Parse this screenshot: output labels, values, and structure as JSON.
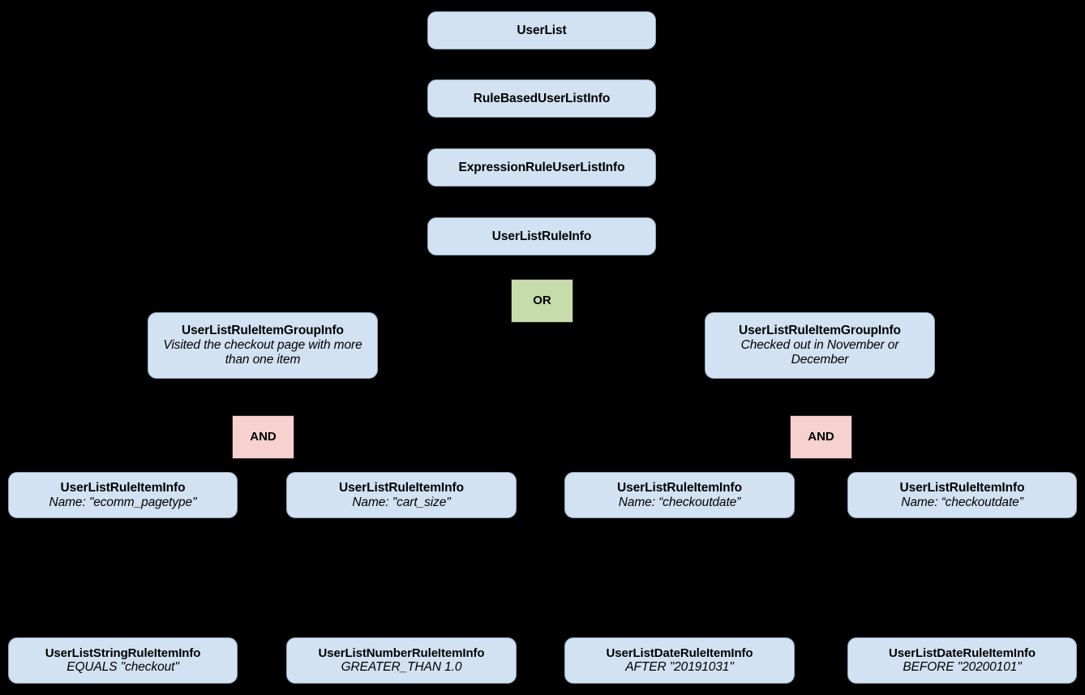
{
  "diagram": {
    "type": "hierarchy-tree",
    "background_color": "#000000",
    "entity_fill_color": "#d2e2f2",
    "or_fill_color": "#c6dcab",
    "and_fill_color": "#f7d1cd",
    "text_color": "#000000"
  },
  "nodes": {
    "user_list": {
      "title": "UserList"
    },
    "rule_based_user_list_info": {
      "title": "RuleBasedUserListInfo"
    },
    "expression_rule_user_list_info": {
      "title": "ExpressionRuleUserListInfo"
    },
    "user_list_rule_info": {
      "title": "UserListRuleInfo"
    },
    "or_operator": {
      "label": "OR"
    },
    "group_left": {
      "title": "UserListRuleItemGroupInfo",
      "subtitle": "Visited the checkout page with more than one item"
    },
    "group_right": {
      "title": "UserListRuleItemGroupInfo",
      "subtitle": "Checked out in November or December"
    },
    "and_operator_left": {
      "label": "AND"
    },
    "and_operator_right": {
      "label": "AND"
    },
    "rule_item_1": {
      "title": "UserListRuleItemInfo",
      "subtitle": "Name: \"ecomm_pagetype\""
    },
    "rule_item_2": {
      "title": "UserListRuleItemInfo",
      "subtitle": "Name: \"cart_size\""
    },
    "rule_item_3": {
      "title": "UserListRuleItemInfo",
      "subtitle": "Name: “checkoutdate”"
    },
    "rule_item_4": {
      "title": "UserListRuleItemInfo",
      "subtitle": "Name: “checkoutdate”"
    },
    "leaf_1": {
      "title": "UserListStringRuleItemInfo",
      "subtitle": "EQUALS \"checkout\""
    },
    "leaf_2": {
      "title": "UserListNumberRuleItemInfo",
      "subtitle": "GREATER_THAN 1.0"
    },
    "leaf_3": {
      "title": "UserListDateRuleItemInfo",
      "subtitle": "AFTER \"20191031\""
    },
    "leaf_4": {
      "title": "UserListDateRuleItemInfo",
      "subtitle": "BEFORE \"20200101\""
    }
  }
}
